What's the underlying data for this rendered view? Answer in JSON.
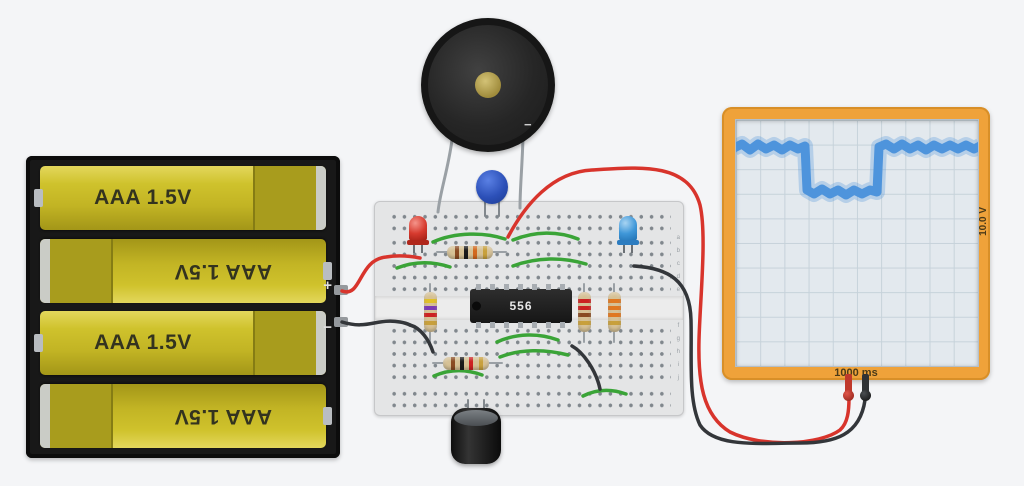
{
  "canvas": {
    "background": "#f4f5f7"
  },
  "battery_pack": {
    "cells": [
      {
        "label": "AAA 1.5V"
      },
      {
        "label": "AAA 1.5V"
      },
      {
        "label": "AAA 1.5V"
      },
      {
        "label": "AAA 1.5V"
      }
    ],
    "positive_terminal_label": "+",
    "negative_terminal_label": "−"
  },
  "buzzer": {
    "negative_marking": "−"
  },
  "breadboard": {
    "row_labels_top": [
      "a",
      "b",
      "c",
      "d",
      "e"
    ],
    "row_labels_bottom": [
      "f",
      "g",
      "h",
      "i",
      "j"
    ]
  },
  "ic": {
    "label": "556"
  },
  "oscilloscope": {
    "time_label": "1000 ms",
    "volts_label": "10.0 V",
    "waveform": {
      "type": "square",
      "levels": [
        "high",
        "low",
        "high"
      ],
      "transition_fractions": [
        0.29,
        0.59
      ]
    }
  },
  "colors": {
    "wire_red": "#d8342c",
    "wire_black": "#33363a",
    "wire_green": "#3aa437",
    "lead_gray": "#9aa0a5",
    "scope_frame": "#efa23a",
    "scope_trace": "#4e94dc",
    "battery_yellow": "#cfc22c"
  }
}
